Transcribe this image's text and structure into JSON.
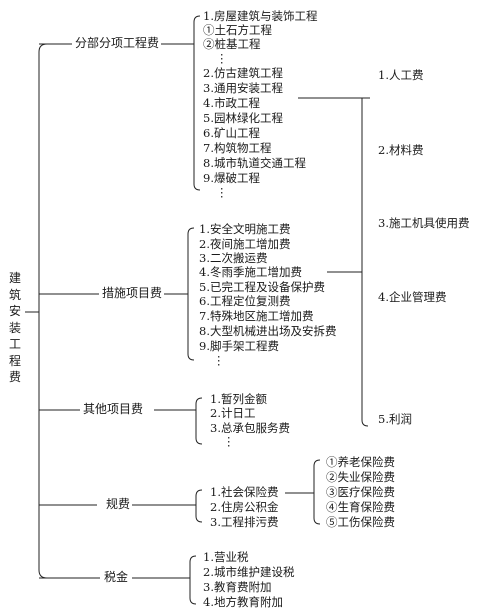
{
  "root": "建筑安装工程费",
  "categories": {
    "fbfx": {
      "label": "分部分项工程费",
      "items": [
        "1.房屋建筑与装饰工程",
        "①土石方工程",
        "②桩基工程",
        "⋮",
        "2.仿古建筑工程",
        "3.通用安装工程",
        "4.市政工程",
        "5.园林绿化工程",
        "6.矿山工程",
        "7.构筑物工程",
        "8.城市轨道交通工程",
        "9.爆破工程",
        "⋮"
      ]
    },
    "csxm": {
      "label": "措施项目费",
      "items": [
        "1.安全文明施工费",
        "2.夜间施工增加费",
        "3.二次搬运费",
        "4.冬雨季施工增加费",
        "5.已完工程及设备保护费",
        "6.工程定位复测费",
        "7.特殊地区施工增加费",
        "8.大型机械进出场及安拆费",
        "9.脚手架工程费",
        "⋮"
      ]
    },
    "qtxm": {
      "label": "其他项目费",
      "items": [
        "1.暂列金额",
        "2.计日工",
        "3.总承包服务费",
        "⋮"
      ]
    },
    "gf": {
      "label": "规费",
      "items": [
        "1.社会保险费",
        "2.住房公积金",
        "3.工程排污费"
      ],
      "insurance": [
        "①养老保险费",
        "②失业保险费",
        "③医疗保险费",
        "④生育保险费",
        "⑤工伤保险费"
      ]
    },
    "sj": {
      "label": "税金",
      "items": [
        "1.营业税",
        "2.城市维护建设税",
        "3.教育费附加",
        "4.地方教育附加"
      ]
    }
  },
  "components": [
    "1.人工费",
    "2.材料费",
    "3.施工机具使用费",
    "4.企业管理费",
    "5.利润"
  ]
}
